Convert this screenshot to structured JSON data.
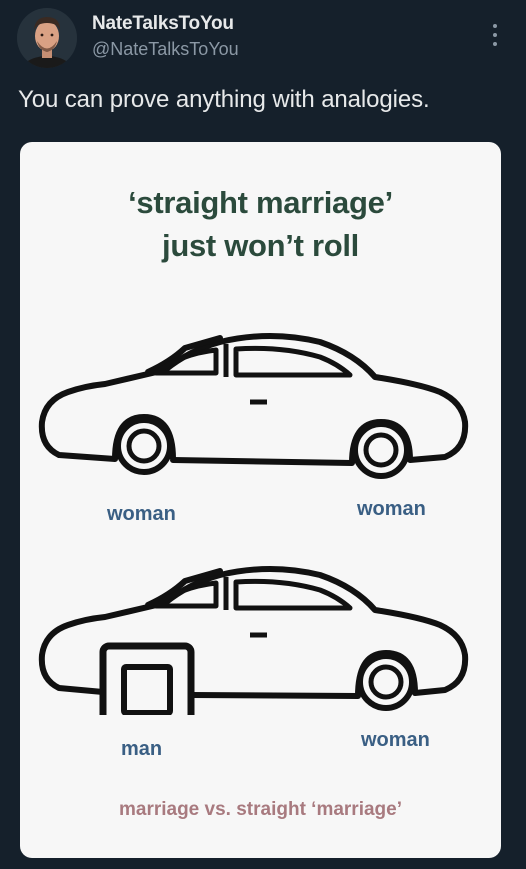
{
  "author": {
    "display_name": "NateTalksToYou",
    "handle": "@NateTalksToYou"
  },
  "tweet": {
    "text": "You can prove anything with analogies."
  },
  "media": {
    "title_line1": "‘straight marriage’",
    "title_line2": "just won’t roll",
    "car1": {
      "rear_wheel_label": "woman",
      "front_wheel_label": "woman"
    },
    "car2": {
      "rear_wheel_label": "man",
      "front_wheel_label": "woman"
    },
    "caption": "marriage vs. straight ‘marriage’"
  },
  "icons": {
    "more": "more-options-icon",
    "avatar": "user-avatar"
  },
  "colors": {
    "background": "#15202b",
    "title": "#2b4a3c",
    "labels": "#3a5f84",
    "caption": "#a87a7f"
  }
}
